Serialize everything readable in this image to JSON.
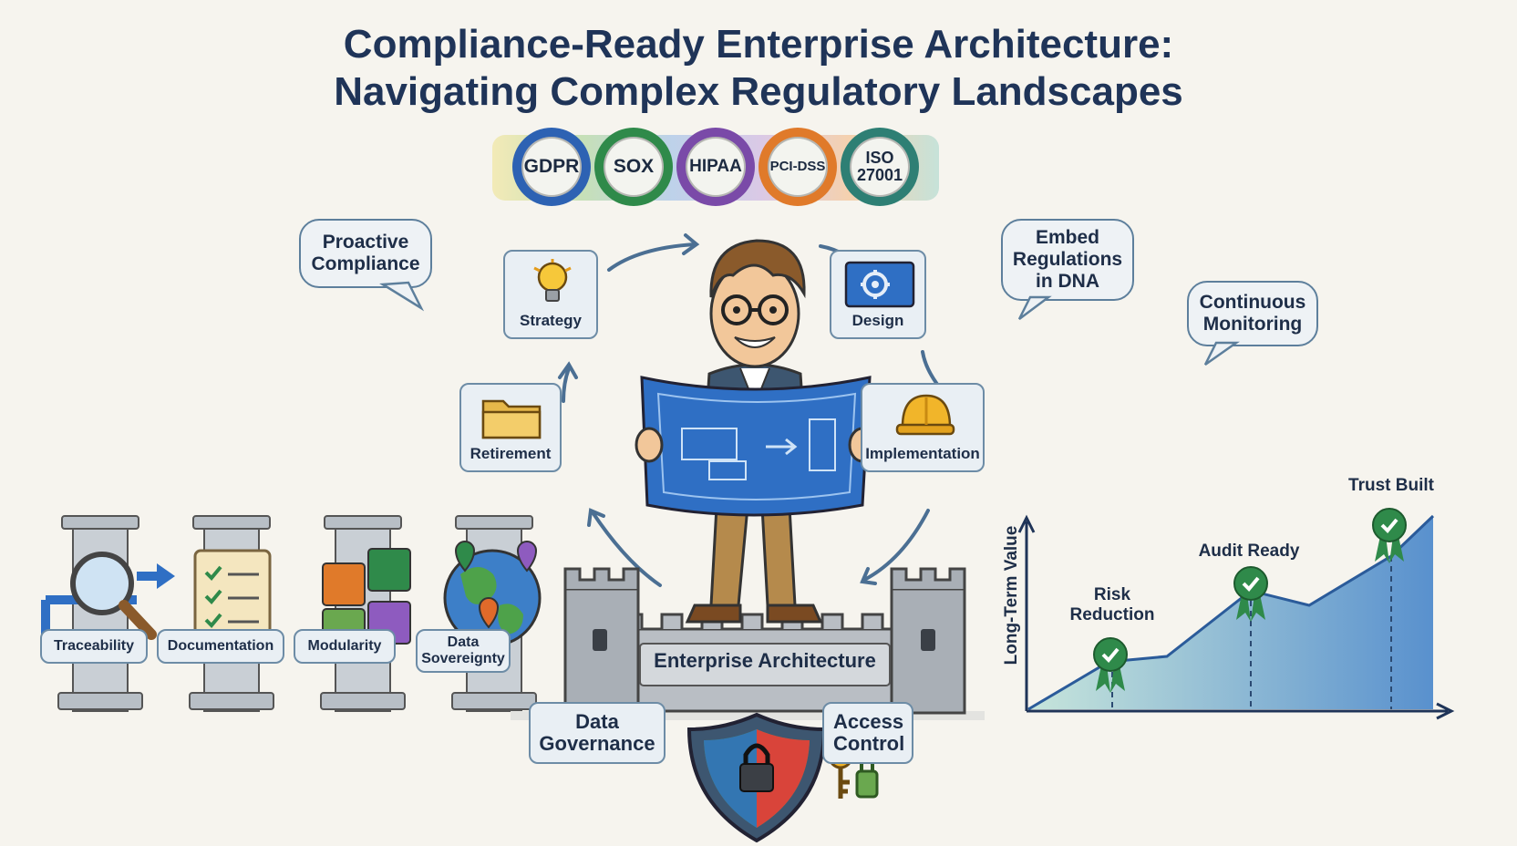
{
  "title": {
    "line1": "Compliance-Ready Enterprise Architecture:",
    "line2": "Navigating Complex Regulatory Landscapes"
  },
  "badges": [
    {
      "label": "GDPR",
      "color": "#2d62b3"
    },
    {
      "label": "SOX",
      "color": "#2f8a4a"
    },
    {
      "label": "HIPAA",
      "color": "#7a4aa8"
    },
    {
      "label": "PCI-DSS",
      "color": "#e07a2a"
    },
    {
      "label": "ISO 27001",
      "color": "#2e7f74"
    }
  ],
  "bubbles": {
    "proactive": "Proactive Compliance",
    "embed": "Embed Regulations in DNA",
    "monitoring": "Continuous Monitoring"
  },
  "lifecycle": {
    "strategy": "Strategy",
    "design": "Design",
    "implementation": "Implementation",
    "retirement": "Retirement"
  },
  "pillars": [
    {
      "label": "Traceability"
    },
    {
      "label": "Documentation"
    },
    {
      "label": "Modularity"
    },
    {
      "label": "Data Sovereignty"
    }
  ],
  "fortress_label": "Enterprise Architecture",
  "controls": {
    "data_governance": "Data Governance",
    "access_control": "Access Control"
  },
  "chart_data": {
    "type": "area",
    "title": "",
    "xlabel": "",
    "ylabel": "Long-Term Value",
    "milestones": [
      {
        "label": "Risk Reduction",
        "order": 1
      },
      {
        "label": "Audit Ready",
        "order": 2
      },
      {
        "label": "Trust Built",
        "order": 3
      }
    ],
    "grid": false,
    "legend": "none"
  },
  "colors": {
    "title": "#1f3458",
    "accent_blue": "#2f6fc4",
    "panel_border": "#6d8ca6"
  }
}
